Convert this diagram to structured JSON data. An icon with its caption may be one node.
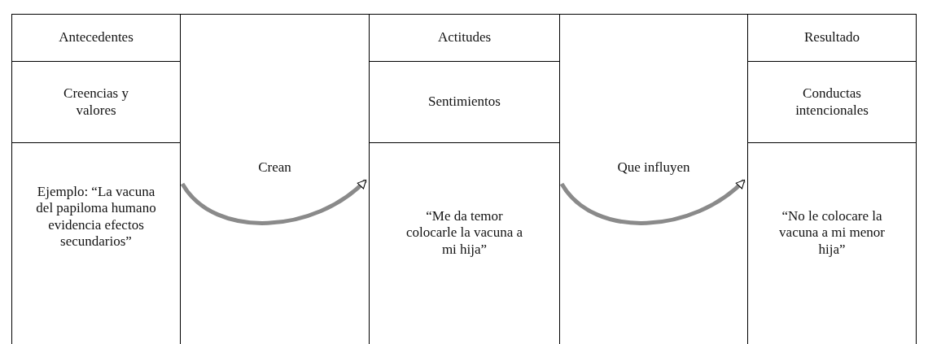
{
  "diagram": {
    "nodes": [
      {
        "text": [
          "Antecedentes"
        ]
      },
      {
        "text": [
          "Creencias y valores"
        ]
      },
      {
        "text": [
          "Ejemplo: “La vacuna del papiloma humano evidencia efectos secundarios”"
        ]
      },
      {
        "text": [
          "Actitudes"
        ]
      },
      {
        "text": [
          "Sentimientos"
        ]
      },
      {
        "text": [
          "“Me da temor colocarle la vacuna a mi hija”"
        ]
      },
      {
        "text": [
          "Resultado"
        ]
      },
      {
        "text": [
          "Conductas intencionales"
        ]
      },
      {
        "text": [
          "“No le colocare la vacuna a mi menor hija”"
        ]
      }
    ],
    "edges": [
      {
        "from": 2,
        "to": 5,
        "arrow": "to",
        "label": "Crean"
      },
      {
        "from": 5,
        "to": 8,
        "arrow": "to",
        "label": "Que influyen"
      }
    ]
  }
}
